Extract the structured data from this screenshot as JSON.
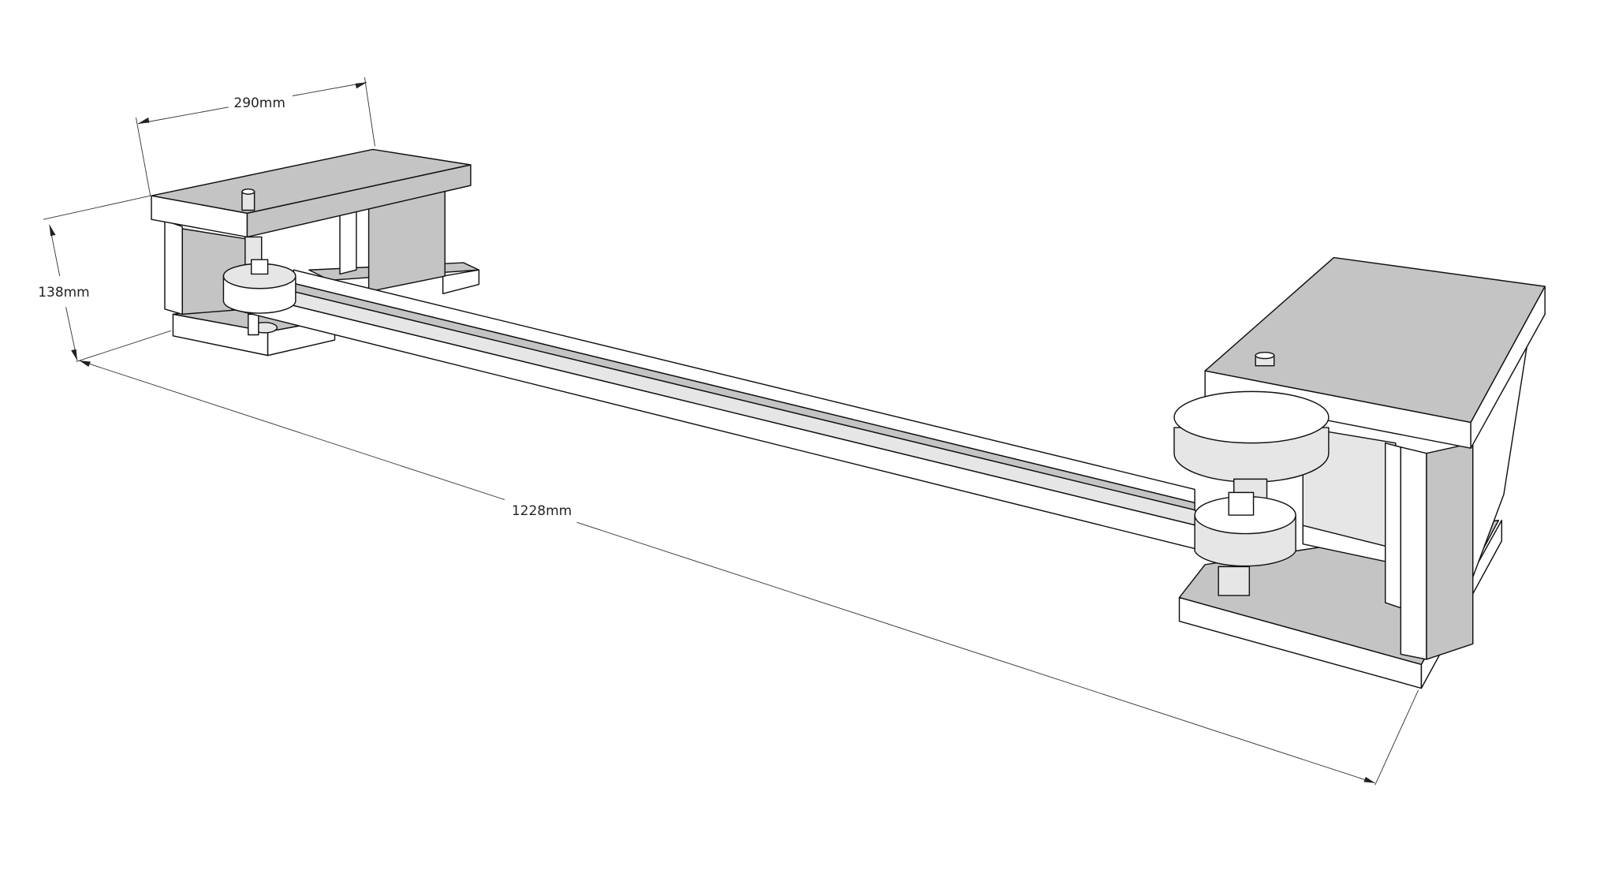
{
  "dimensions": {
    "width_label": "290mm",
    "height_label": "138mm",
    "length_label": "1228mm"
  },
  "colors": {
    "face_light": "#ffffff",
    "face_gray": "#c4c4c4",
    "edge": "#111111"
  }
}
